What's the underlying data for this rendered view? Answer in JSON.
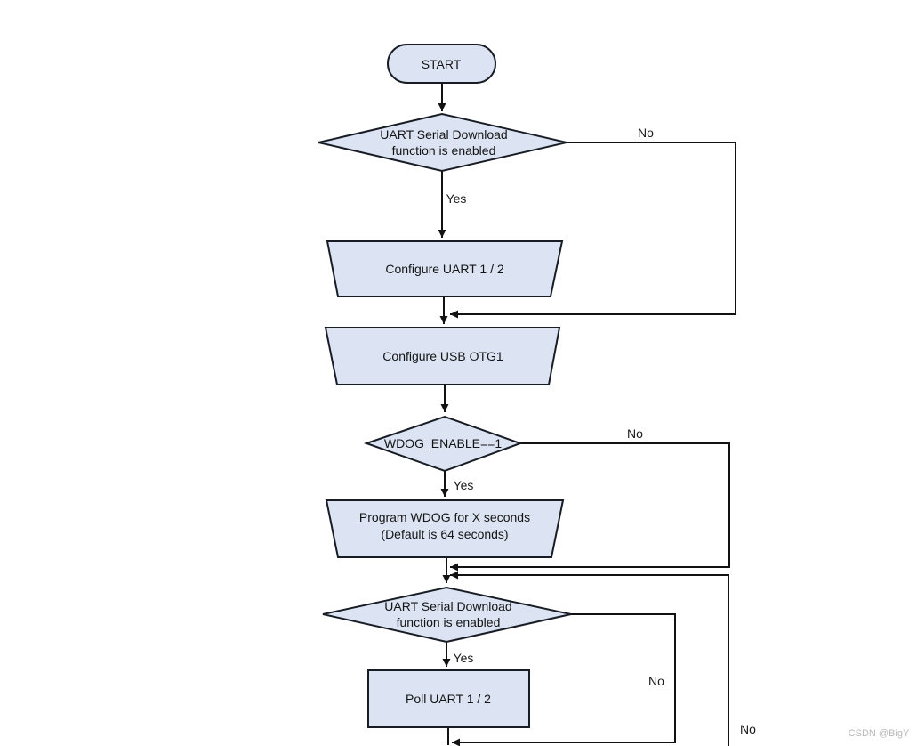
{
  "colors": {
    "background": "#ffffff",
    "node_fill": "#dce4f3",
    "node_stroke": "#181c24",
    "edge_line": "#121212",
    "text": "#141414",
    "watermark": "#b9b9b9"
  },
  "watermark": "CSDN @BigY",
  "flowchart": {
    "nodes": {
      "start": {
        "type": "terminator",
        "label": "START"
      },
      "check_uart_download_1": {
        "type": "decision",
        "line1": "UART Serial Download",
        "line2": "function is enabled"
      },
      "configure_uart": {
        "type": "manual-operation",
        "label": "Configure UART 1 / 2"
      },
      "configure_usb_otg1": {
        "type": "manual-operation",
        "label": "Configure USB OTG1"
      },
      "check_wdog_enable": {
        "type": "decision",
        "label": "WDOG_ENABLE==1"
      },
      "program_wdog": {
        "type": "manual-operation",
        "line1": "Program WDOG for X seconds",
        "line2": "(Default is 64 seconds)"
      },
      "check_uart_download_2": {
        "type": "decision",
        "line1": "UART Serial Download",
        "line2": "function is enabled"
      },
      "poll_uart": {
        "type": "process",
        "label": "Poll UART 1 / 2"
      }
    },
    "edge_labels": {
      "d1_yes": "Yes",
      "d1_no": "No",
      "d2_yes": "Yes",
      "d2_no": "No",
      "d3_yes": "Yes",
      "d3_no": "No",
      "bottom_loop_no": "No"
    }
  }
}
